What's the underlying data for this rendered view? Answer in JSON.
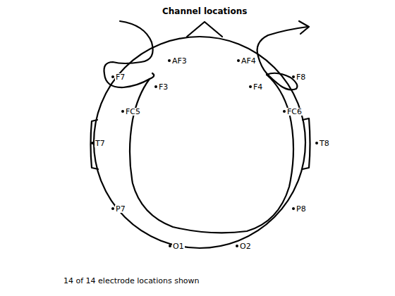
{
  "diagram": {
    "title": "Channel locations",
    "caption": "14 of 14 electrode locations shown",
    "labels": [
      "AF3",
      "AF4",
      "F7",
      "F3",
      "F4",
      "F8",
      "FC5",
      "FC6",
      "T7",
      "T8",
      "P7",
      "P8",
      "O1",
      "O2"
    ]
  }
}
